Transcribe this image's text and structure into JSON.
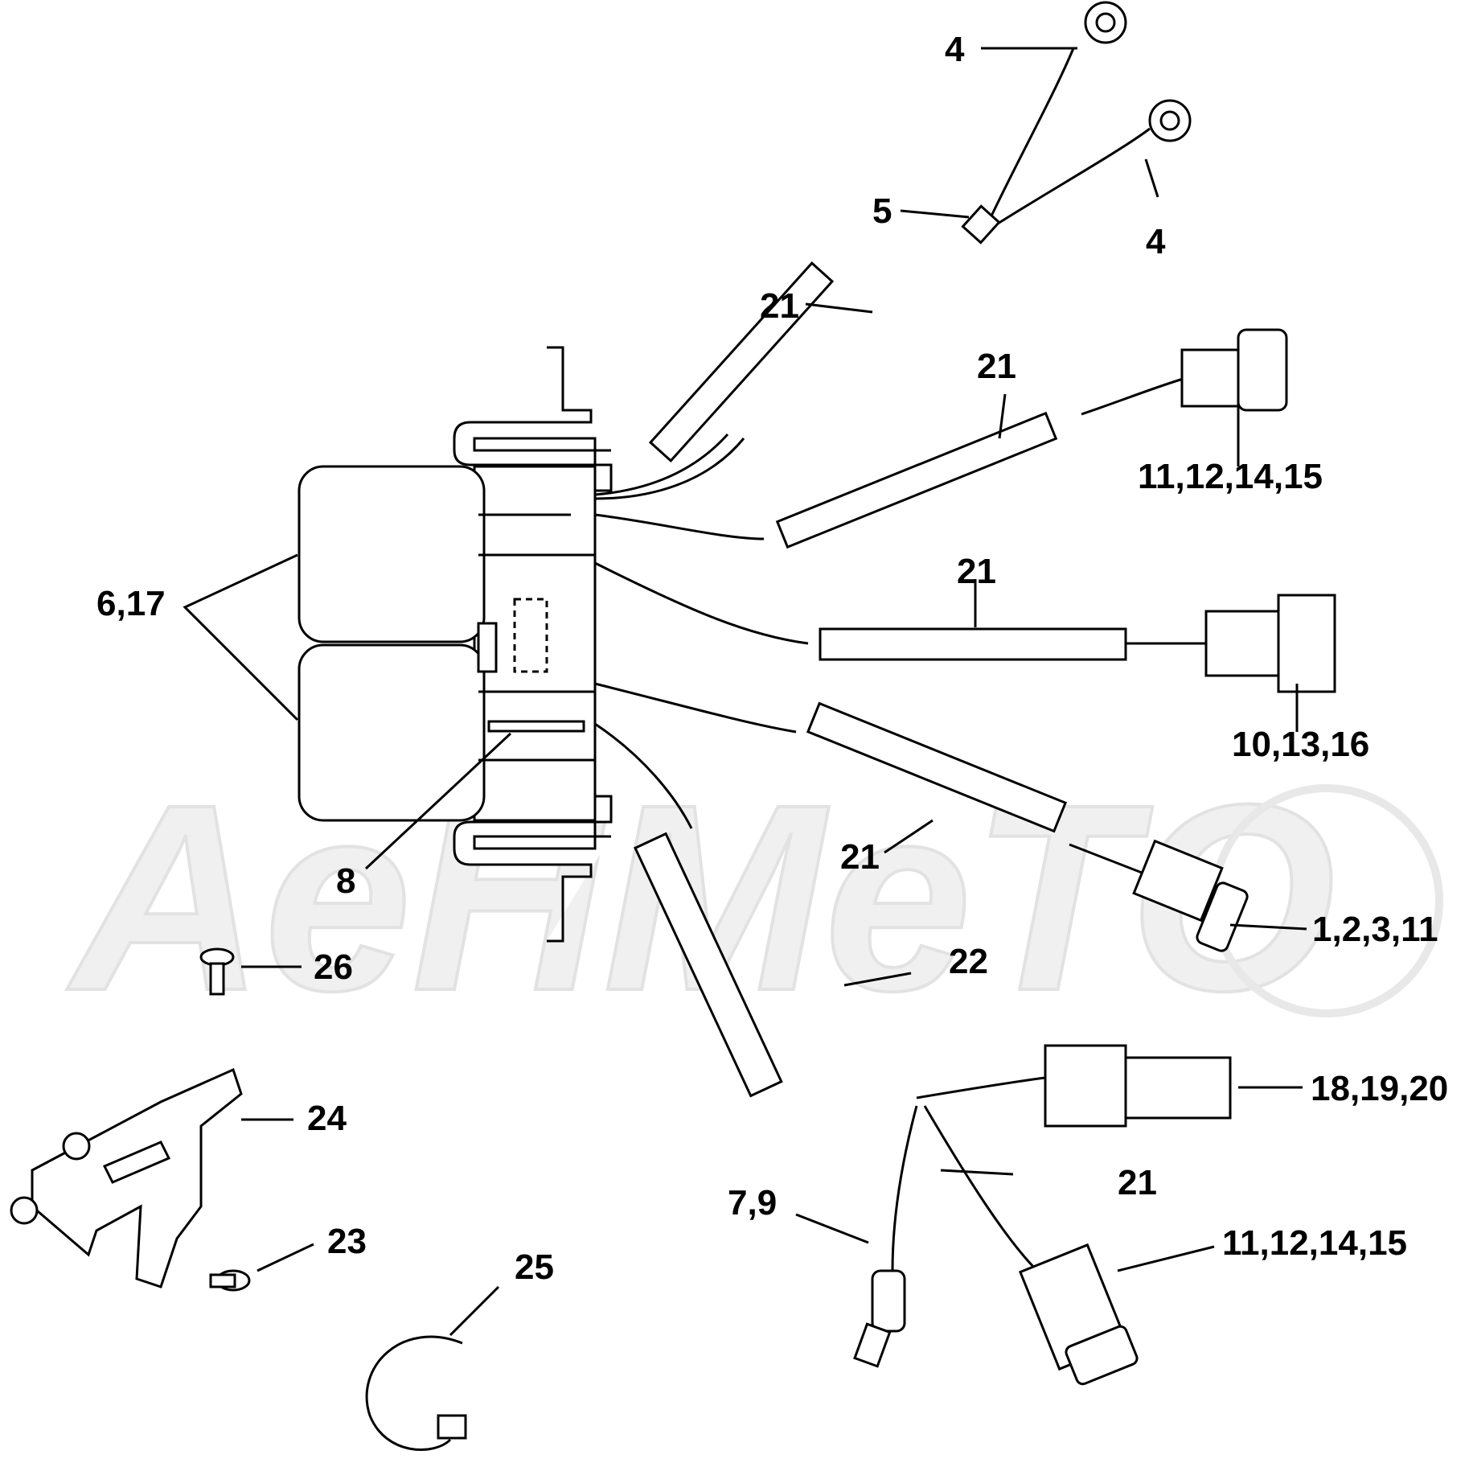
{
  "watermark": {
    "text": "AeHMeTO"
  },
  "callouts": {
    "c4a": "4",
    "c4b": "4",
    "c5": "5",
    "c21a": "21",
    "c21b": "21",
    "c21c": "21",
    "c21d": "21",
    "c21e": "21",
    "c22": "22",
    "c6_17": "6,17",
    "c8": "8",
    "c11_12_14_15_top": "11,12,14,15",
    "c10_13_16": "10,13,16",
    "c1_2_3_11": "1,2,3,11",
    "c18_19_20": "18,19,20",
    "c7_9": "7,9",
    "c11_12_14_15_bottom": "11,12,14,15",
    "c23": "23",
    "c24": "24",
    "c25": "25",
    "c26": "26"
  }
}
